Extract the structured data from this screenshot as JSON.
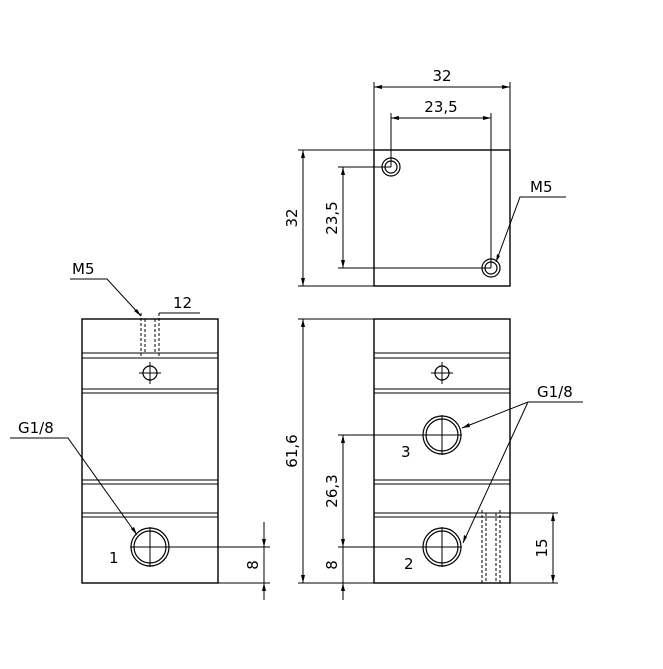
{
  "labels": {
    "top_width": "32",
    "top_hole_spacing_h": "23,5",
    "top_height": "32",
    "top_hole_spacing_v": "23,5",
    "top_thread": "M5",
    "left_thread": "M5",
    "left_depth": "12",
    "left_port_thread": "G1/8",
    "left_port_number": "1",
    "left_offset": "8",
    "front_height": "61,6",
    "front_port_spacing": "26,3",
    "front_offset": "8",
    "front_port_thread": "G1/8",
    "front_port_3": "3",
    "front_port_2": "2",
    "front_side_depth": "15"
  }
}
